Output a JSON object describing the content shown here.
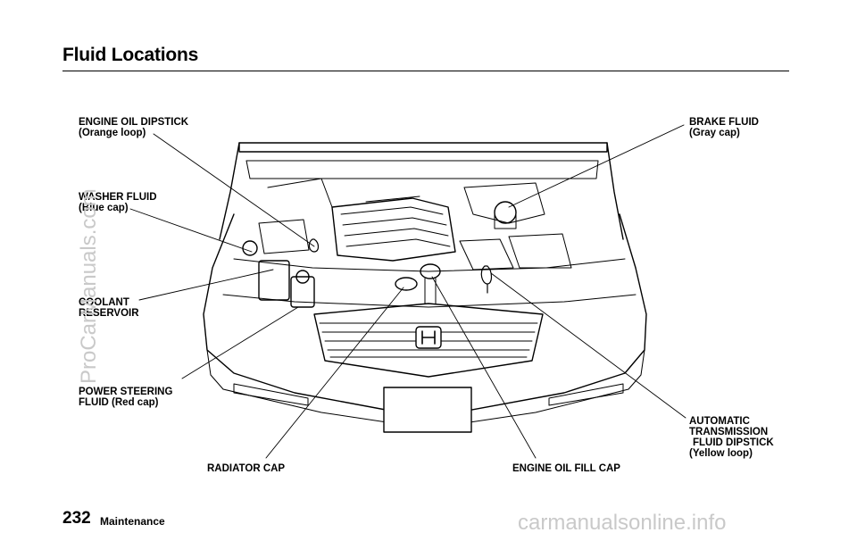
{
  "page": {
    "title": "Fluid Locations",
    "page_number": "232",
    "section": "Maintenance"
  },
  "labels": {
    "engine_oil_dipstick": [
      "ENGINE OIL DIPSTICK",
      "(Orange loop)"
    ],
    "washer_fluid": [
      "WASHER FLUID",
      "(Blue cap)"
    ],
    "coolant_reservoir": [
      "COOLANT",
      "RESERVOIR"
    ],
    "power_steering": [
      "POWER STEERING",
      "FLUID (Red cap)"
    ],
    "radiator_cap": "RADIATOR CAP",
    "engine_oil_fill_cap": "ENGINE OIL FILL CAP",
    "brake_fluid": [
      "BRAKE FLUID",
      "(Gray cap)"
    ],
    "automatic_transmission": [
      "AUTOMATIC",
      "TRANSMISSION",
      "FLUID DIPSTICK",
      "(Yellow loop)"
    ]
  },
  "watermarks": {
    "side": "ProCarManuals.com",
    "bottom": "carmanualsonline.info"
  }
}
